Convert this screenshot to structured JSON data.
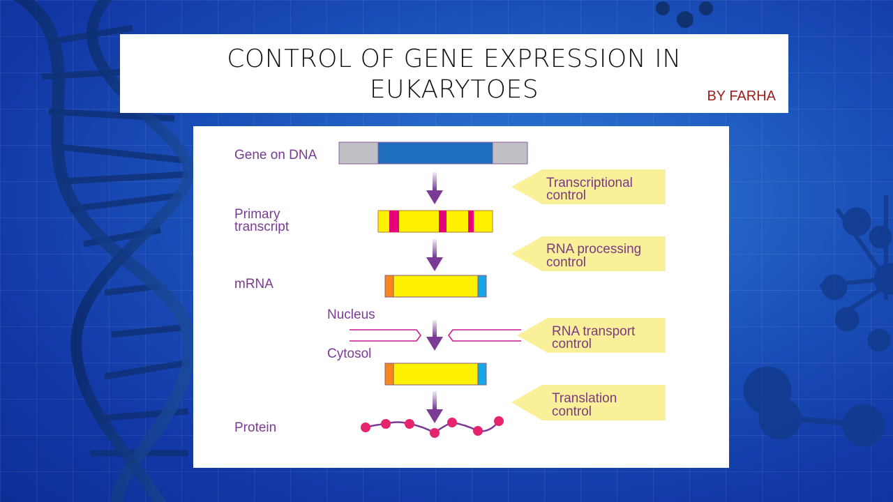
{
  "slide": {
    "title": "CONTROL OF GENE EXPRESSION IN EUKARYTOES",
    "author": "BY FARHA"
  },
  "diagram": {
    "stage_labels": {
      "gene": "Gene on DNA",
      "primary_line1": "Primary",
      "primary_line2": "transcript",
      "mrna": "mRNA",
      "nucleus": "Nucleus",
      "cytosol": "Cytosol",
      "protein": "Protein"
    },
    "controls": [
      {
        "line1": "Transcriptional",
        "line2": "control"
      },
      {
        "line1": "RNA processing",
        "line2": "control"
      },
      {
        "line1": "RNA transport",
        "line2": "control"
      },
      {
        "line1": "Translation",
        "line2": "control"
      }
    ],
    "colors": {
      "label": "#7b3a93",
      "arrow": "#7a3a96",
      "gene_flank": "#c0c0c4",
      "gene_coding": "#1f6fbf",
      "exon": "#fff200",
      "intron": "#e6007e",
      "cap": "#f5891f",
      "tail": "#19a6e6",
      "control_tag": "#fbf09a",
      "bead": "#e6246e",
      "membrane": "#c8198c"
    }
  }
}
